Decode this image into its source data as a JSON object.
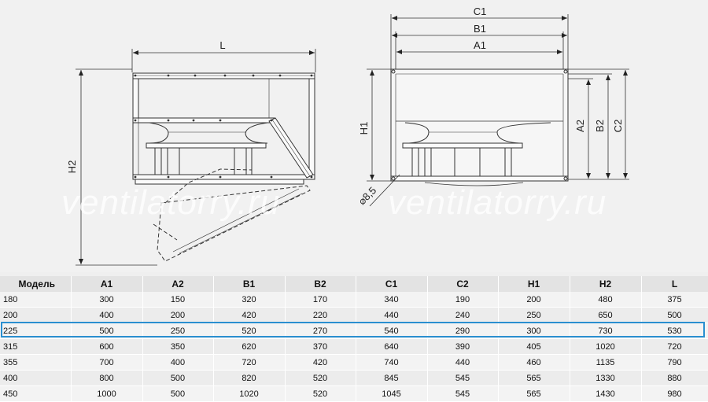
{
  "dimensions": {
    "side_view": {
      "L": "L",
      "H2": "H2"
    },
    "front_view": {
      "C1": "C1",
      "B1": "B1",
      "A1": "A1",
      "H1": "H1",
      "A2": "A2",
      "B2": "B2",
      "C2": "C2",
      "hole": "⌀8,5"
    }
  },
  "watermark": "ventilatorry.ru",
  "table": {
    "headers": [
      "Модель",
      "A1",
      "A2",
      "B1",
      "B2",
      "C1",
      "C2",
      "H1",
      "H2",
      "L"
    ],
    "rows": [
      [
        "180",
        "300",
        "150",
        "320",
        "170",
        "340",
        "190",
        "200",
        "480",
        "375"
      ],
      [
        "200",
        "400",
        "200",
        "420",
        "220",
        "440",
        "240",
        "250",
        "650",
        "500"
      ],
      [
        "225",
        "500",
        "250",
        "520",
        "270",
        "540",
        "290",
        "300",
        "730",
        "530"
      ],
      [
        "315",
        "600",
        "350",
        "620",
        "370",
        "640",
        "390",
        "405",
        "1020",
        "720"
      ],
      [
        "355",
        "700",
        "400",
        "720",
        "420",
        "740",
        "440",
        "460",
        "1135",
        "790"
      ],
      [
        "400",
        "800",
        "500",
        "820",
        "520",
        "845",
        "545",
        "565",
        "1330",
        "880"
      ],
      [
        "450",
        "1000",
        "500",
        "1020",
        "520",
        "1045",
        "545",
        "565",
        "1430",
        "980"
      ]
    ],
    "highlighted_row": "225",
    "highlight_color": "#2a8fd0"
  }
}
